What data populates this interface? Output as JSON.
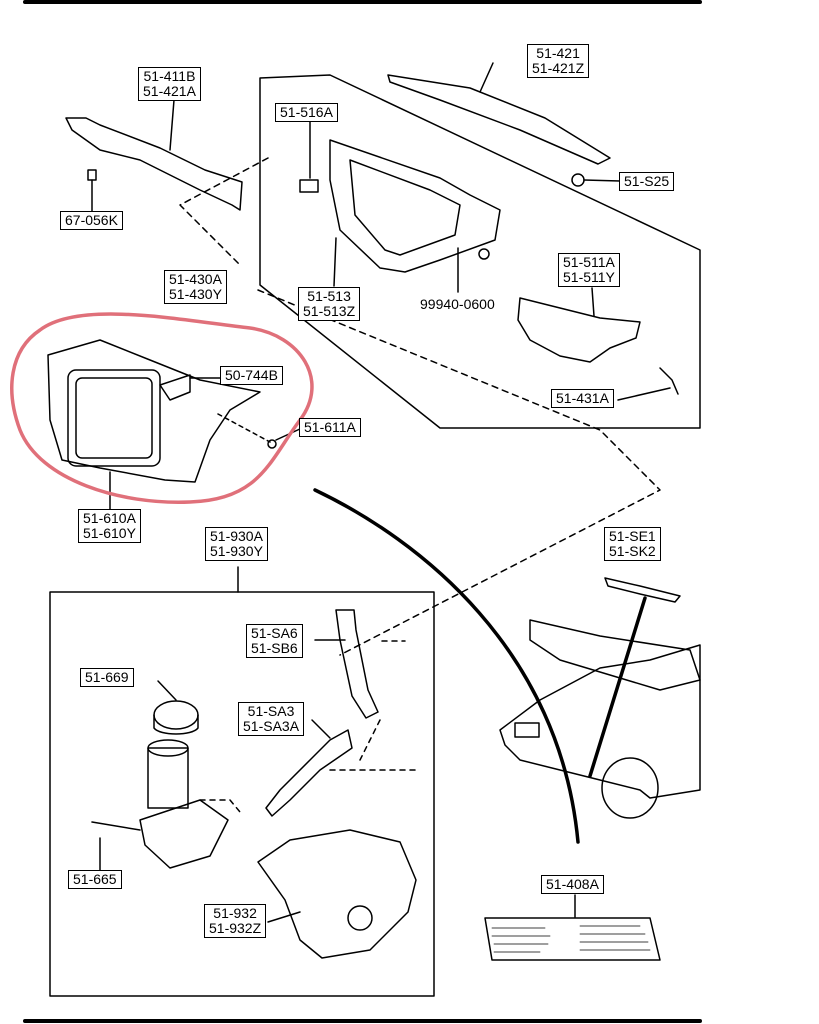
{
  "labels": {
    "p_51_421": [
      "51-421",
      "51-421Z"
    ],
    "p_51_411B": [
      "51-411B",
      "51-421A"
    ],
    "p_51_516A": [
      "51-516A"
    ],
    "p_51_S25": [
      "51-S25"
    ],
    "p_67_056K": [
      "67-056K"
    ],
    "p_51_511A": [
      "51-511A",
      "51-511Y"
    ],
    "p_51_430A": [
      "51-430A",
      "51-430Y"
    ],
    "p_51_513": [
      "51-513",
      "51-513Z"
    ],
    "p_99940": "99940-0600",
    "p_50_744B": [
      "50-744B"
    ],
    "p_51_431A": [
      "51-431A"
    ],
    "p_51_611A": [
      "51-611A"
    ],
    "p_51_610A": [
      "51-610A",
      "51-610Y"
    ],
    "p_51_930A": [
      "51-930A",
      "51-930Y"
    ],
    "p_51_SE1": [
      "51-SE1",
      "51-SK2"
    ],
    "p_51_SA6": [
      "51-SA6",
      "51-SB6"
    ],
    "p_51_669": [
      "51-669"
    ],
    "p_51_SA3": [
      "51-SA3",
      "51-SA3A"
    ],
    "p_51_665": [
      "51-665"
    ],
    "p_51_408A": [
      "51-408A"
    ],
    "p_51_932": [
      "51-932",
      "51-932Z"
    ]
  },
  "colors": {
    "line": "#000000",
    "highlight": "#e0707a"
  }
}
